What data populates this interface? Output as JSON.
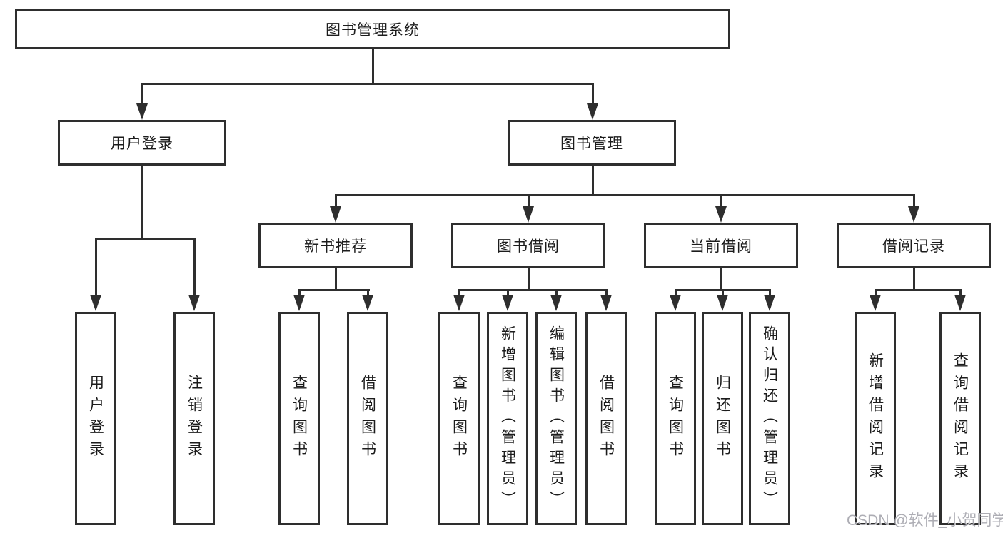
{
  "diagram_title": "图书管理系统",
  "watermark": "CSDN @软件_小贺同学",
  "colors": {
    "line": "#2e2e2e",
    "text": "#1c1c1c",
    "background": "#ffffff",
    "watermark": "#a4a4ac"
  },
  "nodes": {
    "root": {
      "label": "图书管理系统"
    },
    "level2": [
      {
        "label": "用户登录",
        "parent": "图书管理系统"
      },
      {
        "label": "图书管理",
        "parent": "图书管理系统"
      }
    ],
    "level3": [
      {
        "label": "新书推荐",
        "parent": "图书管理"
      },
      {
        "label": "图书借阅",
        "parent": "图书管理"
      },
      {
        "label": "当前借阅",
        "parent": "图书管理"
      },
      {
        "label": "借阅记录",
        "parent": "图书管理"
      }
    ],
    "leaves": [
      {
        "label": "用户登录",
        "parent": "用户登录"
      },
      {
        "label": "注销登录",
        "parent": "用户登录"
      },
      {
        "label": "查询图书",
        "parent": "新书推荐"
      },
      {
        "label": "借阅图书",
        "parent": "新书推荐"
      },
      {
        "label": "查询图书",
        "parent": "图书借阅"
      },
      {
        "label": "新增图书（管理员）",
        "parent": "图书借阅"
      },
      {
        "label": "编辑图书（管理员）",
        "parent": "图书借阅"
      },
      {
        "label": "借阅图书",
        "parent": "图书借阅"
      },
      {
        "label": "查询图书",
        "parent": "当前借阅"
      },
      {
        "label": "归还图书",
        "parent": "当前借阅"
      },
      {
        "label": "确认归还（管理员）",
        "parent": "当前借阅"
      },
      {
        "label": "新增借阅记录",
        "parent": "借阅记录"
      },
      {
        "label": "查询借阅记录",
        "parent": "借阅记录"
      }
    ]
  }
}
